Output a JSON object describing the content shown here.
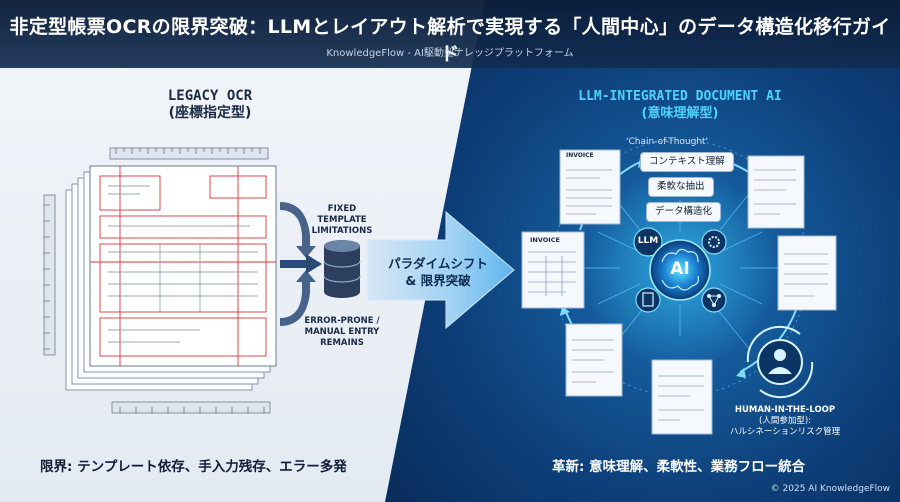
{
  "header": {
    "title": "非定型帳票OCRの限界突破：LLMとレイアウト解析で実現する「人間中心」のデータ構造化移行ガイド",
    "subtitle": "KnowledgeFlow - AI駆動型ナレッジプラットフォーム"
  },
  "left_panel": {
    "title_line1": "LEGACY OCR",
    "title_line2": "(座標指定型)",
    "label_fixed": [
      "FIXED",
      "TEMPLATE",
      "LIMITATIONS"
    ],
    "label_error": [
      "ERROR-PRONE /",
      "MANUAL ENTRY",
      "REMAINS"
    ],
    "bottom_text": "限界: テンプレート依存、手入力残存、エラー多発"
  },
  "transition": {
    "line1": "パラダイムシフト",
    "line2": "& 限界突破"
  },
  "right_panel": {
    "title_line1": "LLM-INTEGRATED DOCUMENT AI",
    "title_line2": "(意味理解型)",
    "cot_label": "'Chain-of-Thought'",
    "pills": [
      "コンテキスト理解",
      "柔軟な抽出",
      "データ構造化"
    ],
    "llm_label": "LLM",
    "ai_label": "AI",
    "invoice_label": "INVOICE",
    "hitl_line1": "HUMAN-IN-THE-LOOP",
    "hitl_line2": "(人間参加型):",
    "hitl_line3": "ハルシネーションリスク管理",
    "bottom_text": "革新: 意味理解、柔軟性、業務フロー統合"
  },
  "footer": "© 2025 AI KnowledgeFlow",
  "colors": {
    "header_bg": "#0c1e3a",
    "accent_cyan": "#4fd2ff",
    "legacy_red": "#d9343a",
    "dark_navy": "#06224a"
  },
  "icons": [
    "ruler-icon",
    "database-icon",
    "brain-icon",
    "gear-icon",
    "network-icon",
    "document-icon",
    "person-icon",
    "refresh-icon"
  ]
}
